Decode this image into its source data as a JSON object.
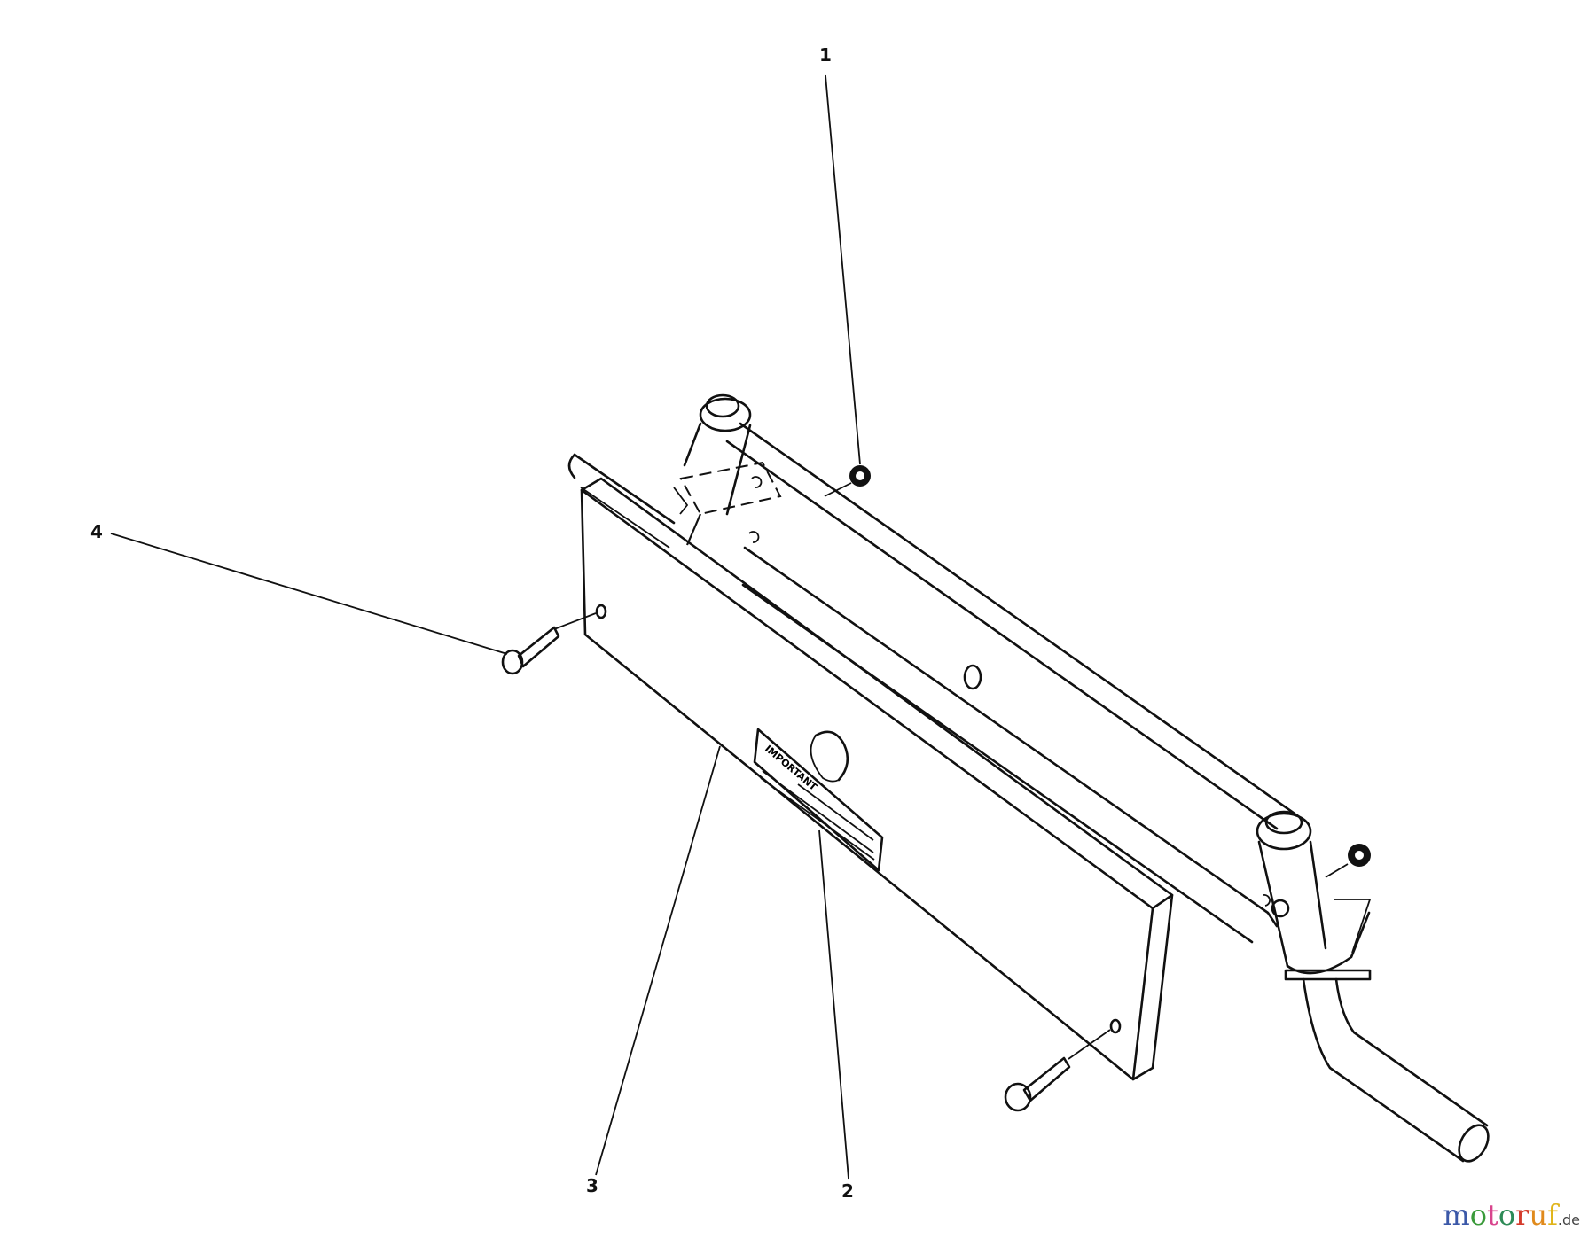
{
  "diagram": {
    "type": "exploded parts diagram",
    "subject": "front panel / weight bar assembly mounted to pivot tube frame",
    "callouts": [
      {
        "id": "1",
        "label": "1",
        "part": "lock nut"
      },
      {
        "id": "2",
        "label": "2",
        "part": "decal"
      },
      {
        "id": "3",
        "label": "3",
        "part": "panel"
      },
      {
        "id": "4",
        "label": "4",
        "part": "bolt"
      }
    ],
    "decal_text": "IMPORTANT"
  },
  "watermark": {
    "letters": [
      "m",
      "o",
      "t",
      "o",
      "r",
      "u",
      "f"
    ],
    "tld": ".de"
  }
}
